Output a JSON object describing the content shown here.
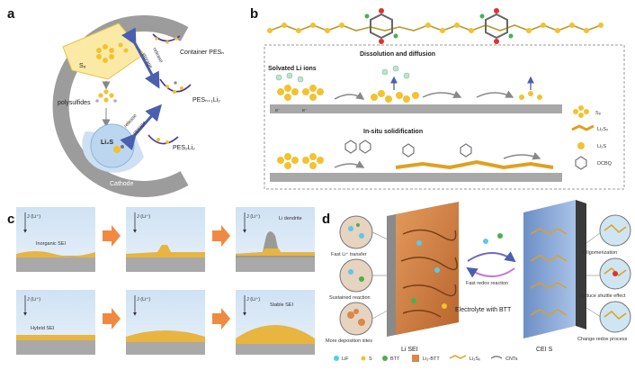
{
  "panel_a": {
    "letter": "a",
    "s8": "S₈",
    "container": "Container PESₙ",
    "pes_li2": "PESₙ₊₁Li₂",
    "pes2li2": "PES₂Li₂",
    "polysulfides": "polysulfides",
    "li2s": "Li₂S",
    "cathode": "Cathode",
    "arrow_storage_1": "storage",
    "arrow_release_1": "release",
    "arrow_release_2": "release",
    "arrow_storage_2": "storage"
  },
  "panel_b": {
    "letter": "b",
    "title_top": "Dissolution and diffusion",
    "solvated": "Solvated Li ions",
    "title_bottom": "In-situ solidification",
    "electron": "e⁻",
    "legend": [
      {
        "label": "S₈"
      },
      {
        "label": "Li₂Sₙ"
      },
      {
        "label": "Li₂S"
      },
      {
        "label": "DCBQ"
      }
    ]
  },
  "panel_c": {
    "letter": "c",
    "flux": "J (Li⁺)",
    "inorganic_sei": "Inorganic SEI",
    "li_dendrite": "Li dendrite",
    "hybrid_sei": "Hybrid SEI",
    "stable_sei": "Stable SEI"
  },
  "panel_d": {
    "letter": "d",
    "fast_li_transfer": "Fast Li⁺ transfer",
    "sustained_reaction": "Sustained reaction",
    "more_deposition": "More deposition sites",
    "li_sei": "Li   SEI",
    "electrolyte": "Electrolyte with BTT",
    "fast_redox": "Fast redox reaction",
    "cei_s": "CEI  S",
    "oligomerization": "Oligomerization",
    "reduce_shuttle": "Reduce shuttle effect",
    "change_redox": "Change redox process",
    "legend": [
      {
        "label": "LiF"
      },
      {
        "label": "S"
      },
      {
        "label": "BTT"
      },
      {
        "label": "Li₃-BTT"
      },
      {
        "label": "Li₂Sₓ"
      },
      {
        "label": "CNTs"
      }
    ]
  },
  "colors": {
    "yellow": "#f2c230",
    "blue_arrow": "#4a5fb0",
    "sei_orange": "#e0a040",
    "light_blue": "#d6e7f5",
    "gray": "#9a9a9a",
    "orange_arrow": "#f08a40",
    "copper": "#d9874a"
  }
}
